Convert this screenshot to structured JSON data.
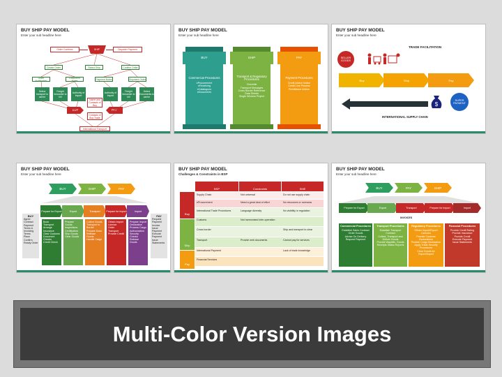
{
  "common": {
    "title": "BUY SHIP PAY MODEL",
    "sub": "Enter your sub headline here"
  },
  "slide1": {
    "buy": "BUY",
    "ship": "SHIP",
    "pay": "PAY",
    "top_left": "Order Confirms",
    "top_right": "Dispatch Payment",
    "nodes_r2": [
      "Create Order",
      "Select Ship",
      "Confirm Order"
    ],
    "nodes_r3": [
      "Order Notification",
      "Document Notes",
      "Payment Notes",
      "Shipment Order"
    ],
    "nodes_r4": [
      "Select transport to carrier",
      "Freight forwarder to bill",
      "Authority of Import",
      "Authority of Import",
      "Freight forwarder to bill",
      "Select Documents to carrier"
    ],
    "center_a": "Name and Contacts of Buy",
    "center_b": "Contacts of Buy Trade",
    "bottom": "International Transport"
  },
  "slide2": {
    "cols": [
      {
        "head": "BUY",
        "title": "Commercial Procedures",
        "items": [
          "eProcurement",
          "eReceiving",
          "eCatalogues",
          "eDocuments"
        ],
        "color": "#2e9e8f"
      },
      {
        "head": "SHIP",
        "title": "Transport & Regulatory Procedures",
        "items": [
          "Checklist",
          "Transport Messages",
          "Cross Border Reference",
          "Data Sheets",
          "Single Window Project"
        ],
        "color": "#7cb342"
      },
      {
        "head": "PAY",
        "title": "Payment Procedures",
        "items": [
          "Credit Advice Notice",
          "Credit Line Process",
          "Remittance Advice"
        ],
        "color": "#f9a825"
      }
    ]
  },
  "slide3": {
    "trade": "TRADE FACILITATION",
    "seller": "SELLER GOODS",
    "buy": "Buy",
    "ship": "Ship",
    "pay": "Pay",
    "super": "SUPER PAYMENT",
    "chain": "INTERNATIONAL SUPPLY CHAIN"
  },
  "slide4": {
    "buy": "BUY",
    "ship": "SHIP",
    "pay": "PAY",
    "side_left_head": "BUY",
    "side_left": [
      "Agree Contract",
      "Payment Terms &",
      "Invoicing",
      "Terms",
      "Place Confirm",
      "Ready Order"
    ],
    "side_right_head": "PAY",
    "side_right": [
      "Request Payment",
      "Invoice",
      "Issue Payment",
      "Execute Payment",
      "Issue Statements"
    ],
    "steps": [
      {
        "label": "Prepare for Export",
        "color": "#2e7d32",
        "items": [
          "Book Transport",
          "Arrange Insurance",
          "Clear Customs",
          "Document Checks",
          "Credit Check"
        ]
      },
      {
        "label": "Export",
        "color": "#6aa84f",
        "items": [
          "Prepare Goods",
          "Inspections",
          "Certification",
          "Ship Goods",
          "Clear Goods"
        ]
      },
      {
        "label": "Transport",
        "color": "#e67e22",
        "items": [
          "Collect Goods",
          "Transport to Border",
          "Prepare Docs",
          "Release Goods",
          "Handle Cargo"
        ]
      },
      {
        "label": "Prepare for Import",
        "color": "#c62828",
        "items": [
          "Obtain Import Licence",
          "Order Transport",
          "Provide Credit"
        ]
      },
      {
        "label": "Import",
        "color": "#7b3f8c",
        "items": [
          "Prepare Import Declaration",
          "Process Cargo",
          "Authorization",
          "Security Checks",
          "Release Goods"
        ]
      }
    ]
  },
  "slide5": {
    "subhead": "Challenges & Constraints in BSP",
    "heads": [
      "BSP",
      "Constraints",
      "SME"
    ],
    "rows": [
      [
        "Supply Chain",
        "Not universal",
        "Do not use supply chain"
      ],
      [
        "eProcurement",
        "Need a great deal of effort",
        "No resources or overseas"
      ],
      [
        "International Trade Procedures",
        "Language diversity",
        "No visibility in regulation"
      ],
      [
        "Customs",
        "Not harmonised inter-operation",
        ""
      ],
      [
        "Cross border",
        "",
        "Ship and transport to clear"
      ],
      [
        "Transport",
        "Provide web documents",
        "Cannot pay for services"
      ],
      [
        "International Payment",
        "",
        "Lack of trade knowledge"
      ],
      [
        "Financial Services",
        "",
        ""
      ]
    ],
    "side": [
      "Buy",
      "Ship",
      "Pay"
    ]
  },
  "slide6": {
    "buy": "BUY",
    "pay": "PAY",
    "ship": "SHIP",
    "steps": [
      "Prepare for Export",
      "Export",
      "Transport",
      "Prepare for Import",
      "Import"
    ],
    "invoices": "INVOICES",
    "cols": [
      {
        "head": "Commercial Procedures",
        "color": "#2e7d32",
        "items": [
          "Establish Sales Contract",
          "Order Goods",
          "Advise On Delivery",
          "Request Payment"
        ]
      },
      {
        "head": "Transport Procedures",
        "color": "#7cb342",
        "items": [
          "Establish Transport Contract",
          "Collect, Transport and Deliver Goods",
          "Provide Waybills, Goods Receipts Status Reports"
        ]
      },
      {
        "head": "Regulatory Procedures",
        "color": "#f39c12",
        "items": [
          "Obtain Import/Export Licences",
          "Provide Customs Declarations",
          "Provide Cargo Declaration",
          "Apply Trade Security Procedures",
          "Clear Goods for Export/Import"
        ]
      },
      {
        "head": "Financial Procedures",
        "color": "#c0392b",
        "items": [
          "Provide Credit Rating",
          "Provide Insurance",
          "Provide Credit",
          "Execute Payment",
          "Issue Statements"
        ]
      }
    ]
  },
  "banner": "Multi-Color Version Images"
}
